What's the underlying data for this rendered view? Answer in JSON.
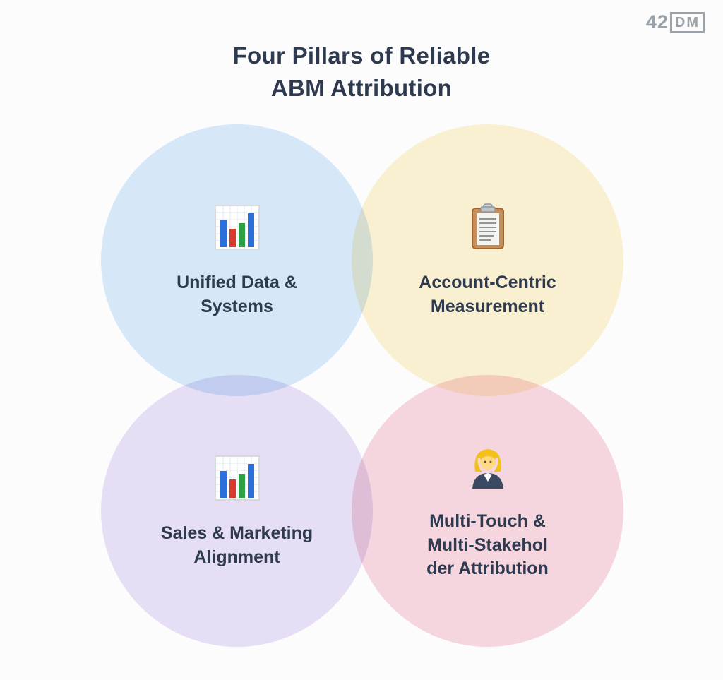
{
  "logo": {
    "prefix": "42",
    "boxed": "DM"
  },
  "title": "Four Pillars of Reliable\nABM Attribution",
  "colors": {
    "text": "#2e3a4f",
    "logo_gray": "#9aa1a9",
    "background": "#fcfcfd"
  },
  "pillars": [
    {
      "id": "unified-data-systems",
      "label": "Unified Data &\nSystems",
      "icon": "bar-chart",
      "color": "#d9eafa"
    },
    {
      "id": "account-centric-measurement",
      "label": "Account-Centric\nMeasurement",
      "icon": "clipboard",
      "color": "#fcf3d4"
    },
    {
      "id": "sales-marketing-alignment",
      "label": "Sales & Marketing\nAlignment",
      "icon": "bar-chart",
      "color": "#e8e1f6"
    },
    {
      "id": "multi-touch-multi-stakeholder",
      "label": "Multi-Touch &\nMulti-Stakehol\nder Attribution",
      "icon": "woman-office-worker",
      "color": "#f8d9e0"
    }
  ]
}
